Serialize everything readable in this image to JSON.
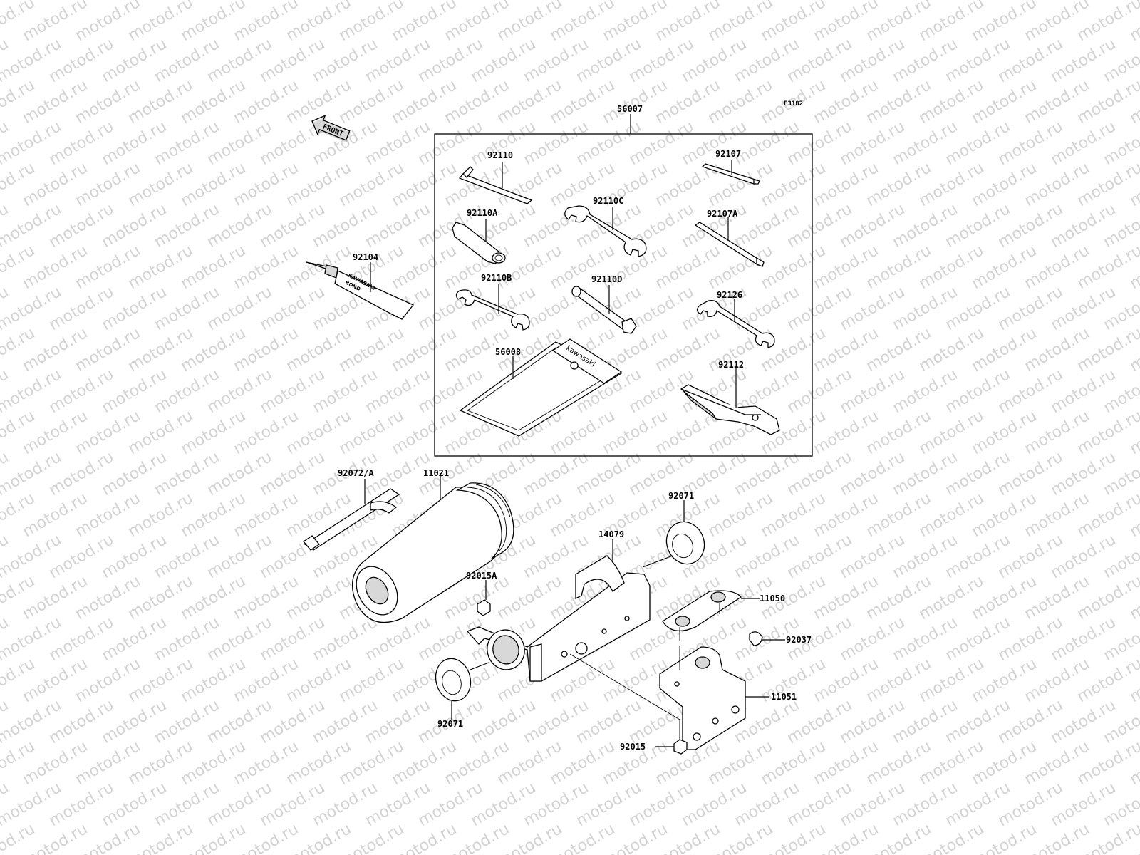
{
  "watermark": {
    "text": "motod.ru"
  },
  "figure_code": "F3182",
  "front_arrow": {
    "label": "FRONT"
  },
  "kit": {
    "part_no": "56007"
  },
  "labels": {
    "p92110": "92110",
    "p92110A": "92110A",
    "p92110B": "92110B",
    "p92110C": "92110C",
    "p92110D": "92110D",
    "p92107": "92107",
    "p92107A": "92107A",
    "p92126": "92126",
    "p92112": "92112",
    "p56008": "56008",
    "p92104": "92104",
    "p92072A": "92072/A",
    "p11021": "11021",
    "p92071_top": "92071",
    "p14079": "14079",
    "p92015A": "92015A",
    "p11050": "11050",
    "p92037": "92037",
    "p11051": "11051",
    "p92071_bottom": "92071",
    "p92015": "92015"
  },
  "printed_text": {
    "tube_brand": "KAWASAKI",
    "tube_product": "BOND",
    "pouch_brand": "kawasaki"
  }
}
